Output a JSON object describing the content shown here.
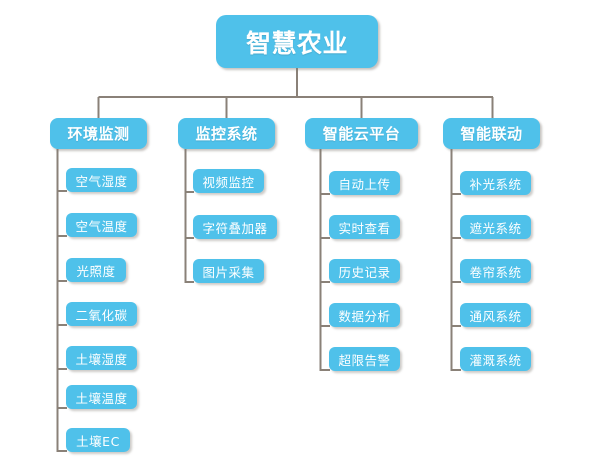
{
  "diagram": {
    "title": "智慧农业",
    "type": "org-chart",
    "colors": {
      "node_fill": "#4FC1EA",
      "node_text": "#FFFFFF",
      "connector": "#8A8178",
      "background": "#FFFFFF"
    },
    "root": {
      "label": "智慧农业"
    },
    "branches": [
      {
        "label": "环境监测",
        "children": [
          {
            "label": "空气湿度"
          },
          {
            "label": "空气温度"
          },
          {
            "label": "光照度"
          },
          {
            "label": "二氧化碳"
          },
          {
            "label": "土壤湿度"
          },
          {
            "label": "土壤温度"
          },
          {
            "label": "土壤EC"
          }
        ]
      },
      {
        "label": "监控系统",
        "children": [
          {
            "label": "视频监控"
          },
          {
            "label": "字符叠加器"
          },
          {
            "label": "图片采集"
          }
        ]
      },
      {
        "label": "智能云平台",
        "children": [
          {
            "label": "自动上传"
          },
          {
            "label": "实时查看"
          },
          {
            "label": "历史记录"
          },
          {
            "label": "数据分析"
          },
          {
            "label": "超限告警"
          }
        ]
      },
      {
        "label": "智能联动",
        "children": [
          {
            "label": "补光系统"
          },
          {
            "label": "遮光系统"
          },
          {
            "label": "卷帘系统"
          },
          {
            "label": "通风系统"
          },
          {
            "label": "灌溉系统"
          }
        ]
      }
    ]
  }
}
